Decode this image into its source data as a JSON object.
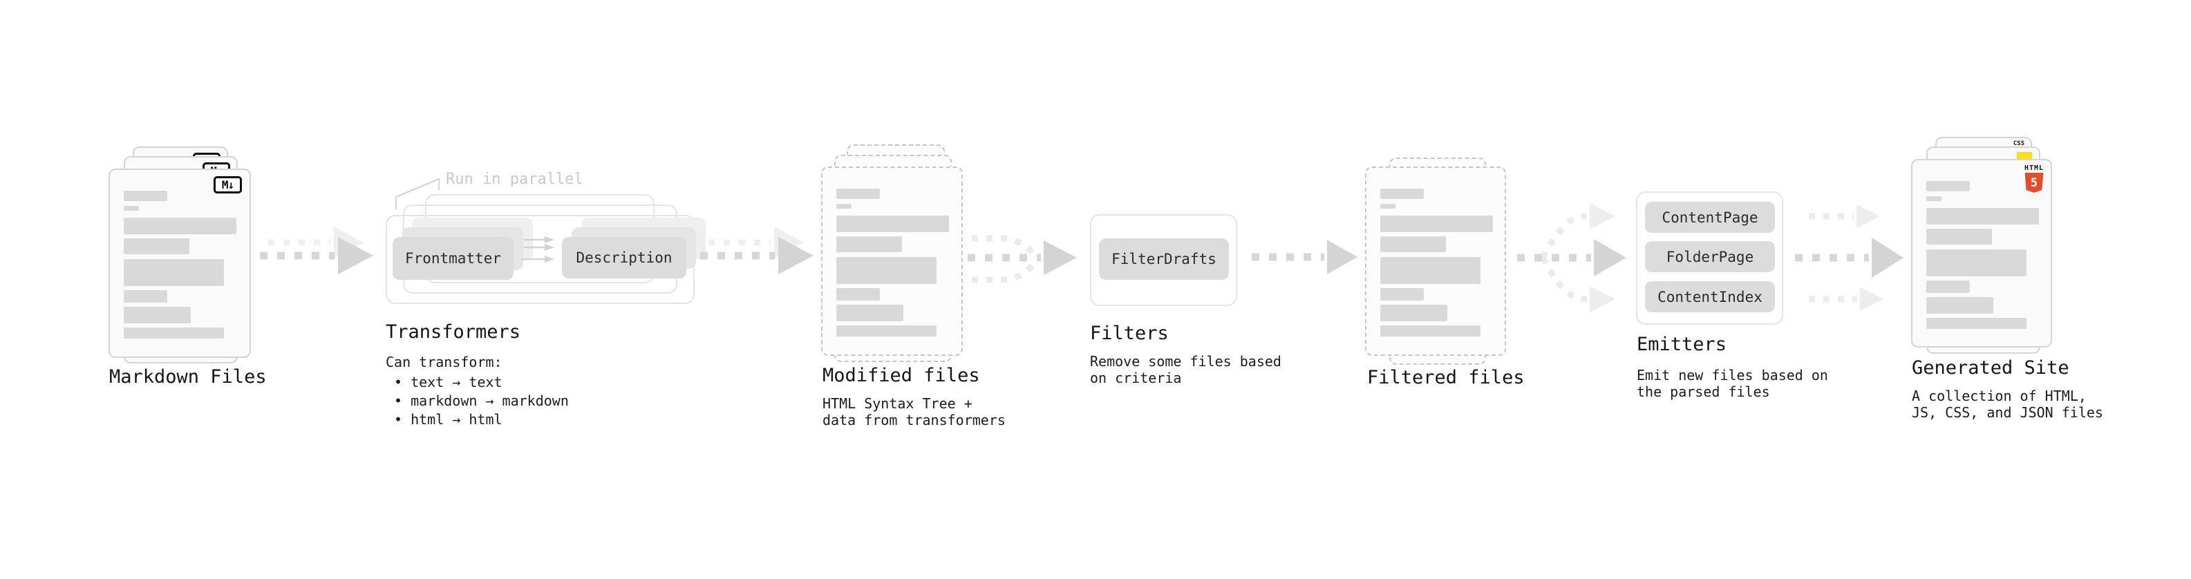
{
  "nodes": {
    "markdown_files": {
      "label": "Markdown Files",
      "badge": "M↓"
    },
    "transformers": {
      "annotation": "Run in parallel",
      "box1": "Frontmatter",
      "box2": "Description",
      "label": "Transformers",
      "desc_title": "Can transform:",
      "bullet1": "• text → text",
      "bullet2": "• markdown → markdown",
      "bullet3": "• html → html"
    },
    "modified_files": {
      "label": "Modified files",
      "desc1": "HTML Syntax Tree +",
      "desc2": "data from transformers"
    },
    "filters": {
      "box": "FilterDrafts",
      "label": "Filters",
      "desc1": "Remove some files based",
      "desc2": "on criteria"
    },
    "filtered_files": {
      "label": "Filtered files"
    },
    "emitters": {
      "box1": "ContentPage",
      "box2": "FolderPage",
      "box3": "ContentIndex",
      "label": "Emitters",
      "desc1": "Emit new files based on",
      "desc2": "the parsed files"
    },
    "generated_site": {
      "label": "Generated Site",
      "desc1": "A collection of HTML,",
      "desc2": "JS, CSS, and JSON files",
      "html5_badge_word": "HTML",
      "html5_badge_number": "5",
      "css_badge": "CSS"
    }
  },
  "colors": {
    "arrow_dark": "#d5d5d5",
    "arrow_faint": "#ededed",
    "placeholder_bar": "#d9d9d9",
    "button_fill": "#dcdcdc",
    "html5_orange": "#e44d26",
    "js_yellow": "#f7df1e",
    "css_blue": "#2965f1",
    "annotation_gray": "#c9c9c9"
  }
}
